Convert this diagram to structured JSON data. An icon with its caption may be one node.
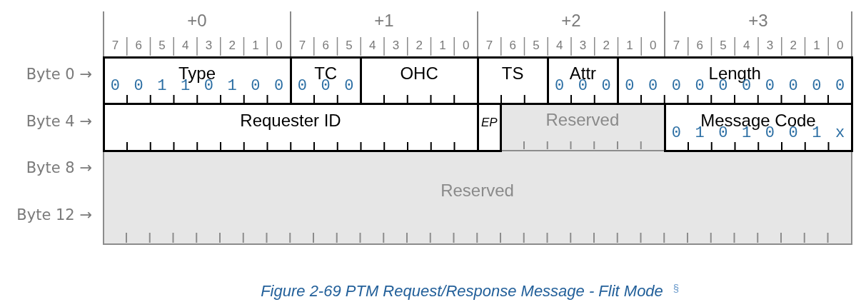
{
  "diagram": {
    "caption": "Figure 2-69 PTM Request/Response Message - Flit Mode",
    "nodes": [
      {
        "text": [
          "Type",
          "0 0 1 1 0 1 0 0"
        ]
      },
      {
        "text": [
          "TC",
          "0 0 0"
        ]
      },
      {
        "text": [
          "OHC"
        ]
      },
      {
        "text": [
          "TS"
        ]
      },
      {
        "text": [
          "Attr",
          "0 0 0"
        ]
      },
      {
        "text": [
          "Length",
          "0 0 0 0 0 0 0 0 0 0"
        ]
      },
      {
        "text": [
          "Requester ID"
        ]
      },
      {
        "text": [
          "EP"
        ]
      },
      {
        "text": [
          "Reserved"
        ]
      },
      {
        "text": [
          "Message Code",
          "0 1 0 1 0 0 1 x"
        ]
      },
      {
        "text": [
          "Reserved"
        ]
      }
    ],
    "labels": [
      "+0",
      "+1",
      "+2",
      "+3",
      "7",
      "6",
      "5",
      "4",
      "3",
      "2",
      "1",
      "0",
      "7",
      "6",
      "5",
      "4",
      "3",
      "2",
      "1",
      "0",
      "7",
      "6",
      "5",
      "4",
      "3",
      "2",
      "1",
      "0",
      "7",
      "6",
      "5",
      "4",
      "3",
      "2",
      "1",
      "0",
      "Byte 0 →",
      "Byte 4 →",
      "Byte 8 →",
      "Byte 12 →",
      "§"
    ]
  }
}
